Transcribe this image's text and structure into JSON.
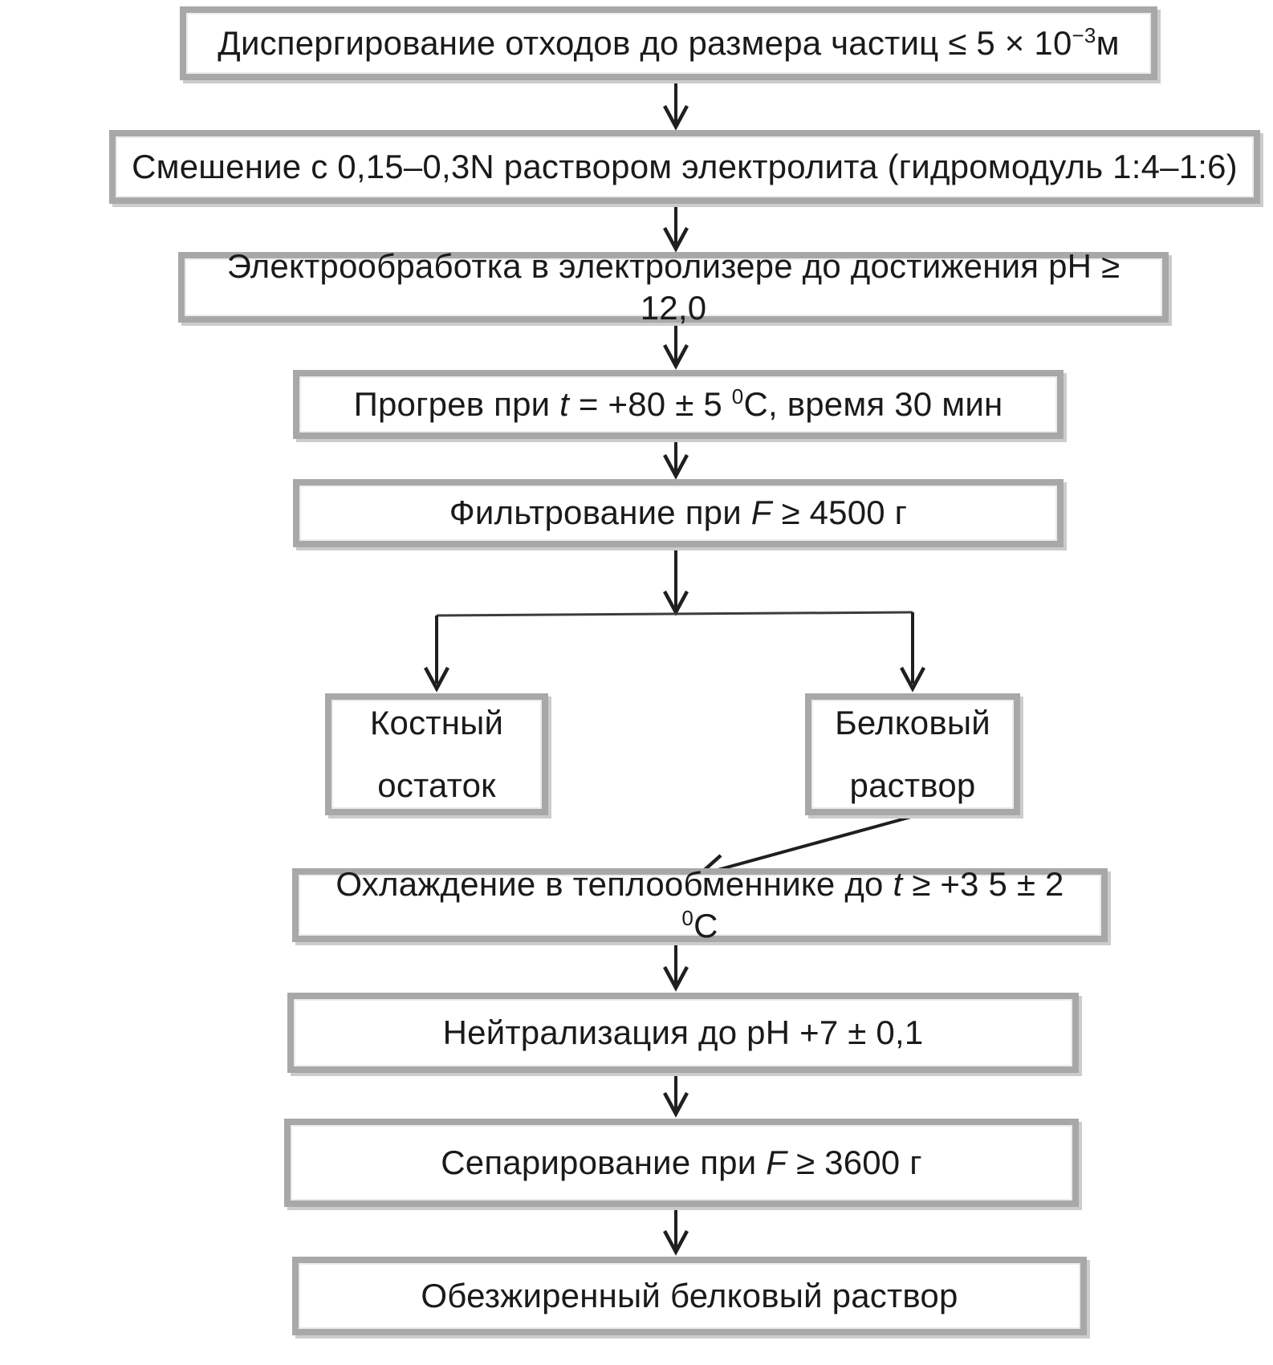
{
  "diagram": {
    "type": "flowchart",
    "language": "ru",
    "colors": {
      "border": "#a8a8a8",
      "shadow": "#cccccc",
      "arrow": "#1f1f1f",
      "fill": "#ffffff",
      "text": "#1a1a1a",
      "bg": "#ffffff"
    },
    "nodes": [
      {
        "id": "dispersion",
        "pre": "Диспергирование отходов до размера частиц ≤ 5 × 10",
        "sup": "−3",
        "post": "м"
      },
      {
        "id": "mixing",
        "pre": "Смешение с 0,15–0,3N раствором электролита (гидромодуль 1:4–1:6)"
      },
      {
        "id": "electrotreatment",
        "pre": "Электрообработка в электролизере до достижения рН ≥ 12,0"
      },
      {
        "id": "heating",
        "pre": "Прогрев при ",
        "it": "t",
        "mid": " = +80 ± 5 ",
        "sup": "0",
        "post": "С, время 30 мин"
      },
      {
        "id": "filtration",
        "pre": "Фильтрование при ",
        "it": "F",
        "mid": " ≥ 4500 г"
      },
      {
        "id": "bone-residue",
        "pre": "Костный остаток"
      },
      {
        "id": "protein-solution",
        "pre": "Белковый раствор"
      },
      {
        "id": "cooling",
        "pre": "Охлаждение в теплообменнике до ",
        "it": "t",
        "mid": " ≥ +3 5 ± 2 ",
        "sup": "0",
        "post": "С"
      },
      {
        "id": "neutralization",
        "pre": "Нейтрализация до рН +7 ± 0,1"
      },
      {
        "id": "separation",
        "pre": "Сепарирование при ",
        "it": "F",
        "mid": " ≥ 3600 г"
      },
      {
        "id": "degreased-protein-solution",
        "pre": "Обезжиренный белковый раствор"
      }
    ],
    "edges": [
      {
        "from": "dispersion",
        "to": "mixing"
      },
      {
        "from": "mixing",
        "to": "electrotreatment"
      },
      {
        "from": "electrotreatment",
        "to": "heating"
      },
      {
        "from": "heating",
        "to": "filtration"
      },
      {
        "from": "filtration",
        "to": "bone-residue"
      },
      {
        "from": "filtration",
        "to": "protein-solution"
      },
      {
        "from": "protein-solution",
        "to": "cooling"
      },
      {
        "from": "cooling",
        "to": "neutralization"
      },
      {
        "from": "neutralization",
        "to": "separation"
      },
      {
        "from": "separation",
        "to": "degreased-protein-solution"
      }
    ]
  }
}
